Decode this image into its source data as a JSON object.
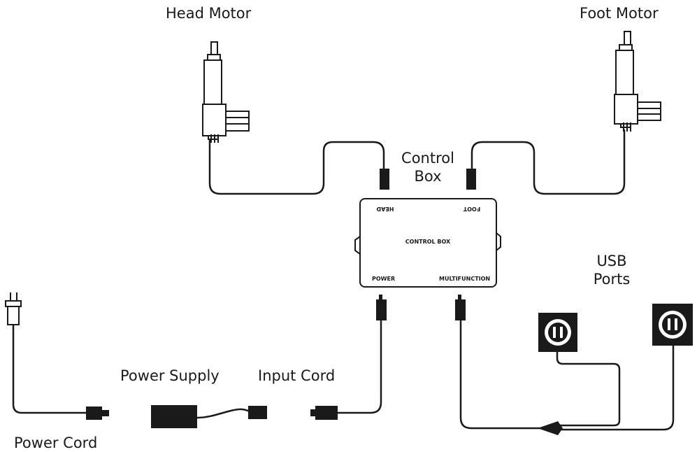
{
  "labels": {
    "head_motor": "Head Motor",
    "foot_motor": "Foot Motor",
    "control_box_line1": "Control",
    "control_box_line2": "Box",
    "usb_line1": "USB",
    "usb_line2": "Ports",
    "power_supply": "Power Supply",
    "input_cord": "Input Cord",
    "power_cord": "Power Cord"
  },
  "control_box_panel": {
    "center_text": "CONTROL BOX",
    "head_port": "HEAD",
    "foot_port": "FOOT",
    "power_port": "POWER",
    "multifunction_port": "MULTIFUNCTION"
  },
  "colors": {
    "ink": "#1a1a1a",
    "background": "#ffffff"
  }
}
